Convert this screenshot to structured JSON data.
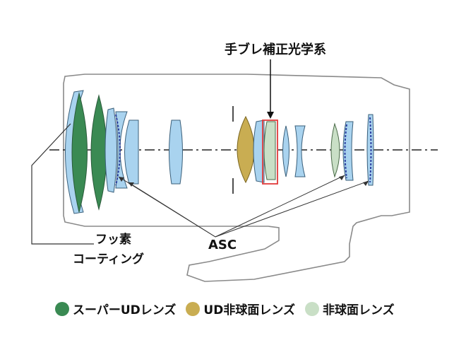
{
  "labels": {
    "stabilizer": "手ブレ補正光学系",
    "fluorine_line1": "フッ素",
    "fluorine_line2": "コーティング",
    "asc": "ASC"
  },
  "legend": [
    {
      "label": "スーパーUDレンズ",
      "color": "#3a8a53"
    },
    {
      "label": "UD非球面レンズ",
      "color": "#c9ad52"
    },
    {
      "label": "非球面レンズ",
      "color": "#c9dfc6"
    }
  ],
  "colors": {
    "glass": "#a9d3ef",
    "super_ud": "#3a8a53",
    "ud_aspherical": "#c9ad52",
    "aspherical": "#c9dfc6",
    "stabilizer_box": "#e23b3b",
    "asc_coating": "#2b3fa0",
    "outline": "#8a8a8a"
  }
}
